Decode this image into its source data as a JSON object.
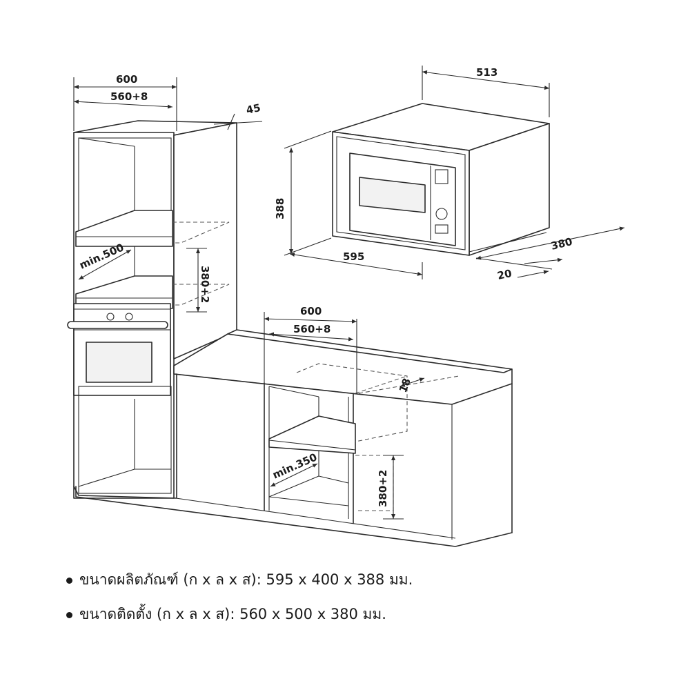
{
  "dimensions": {
    "tall_outer_width": "600",
    "tall_inner_width": "560+8",
    "tall_top_offset": "45",
    "tall_depth_min": "min.500",
    "tall_niche_height": "380+2",
    "mw_depth": "513",
    "mw_height": "388",
    "mw_width": "595",
    "mw_side_depth": "380",
    "mw_front_offset": "20",
    "base_outer_width": "600",
    "base_inner_width": "560+8",
    "base_gap": "18",
    "base_depth_min": "min.350",
    "base_niche_height": "380+2"
  },
  "specs": [
    {
      "text": "ขนาดผลิตภัณฑ์ (ก x ล x ส): 595 x 400 x 388 มม."
    },
    {
      "text": "ขนาดติดตั้ง (ก x ล x ส): 560 x 500 x 380 มม."
    }
  ]
}
